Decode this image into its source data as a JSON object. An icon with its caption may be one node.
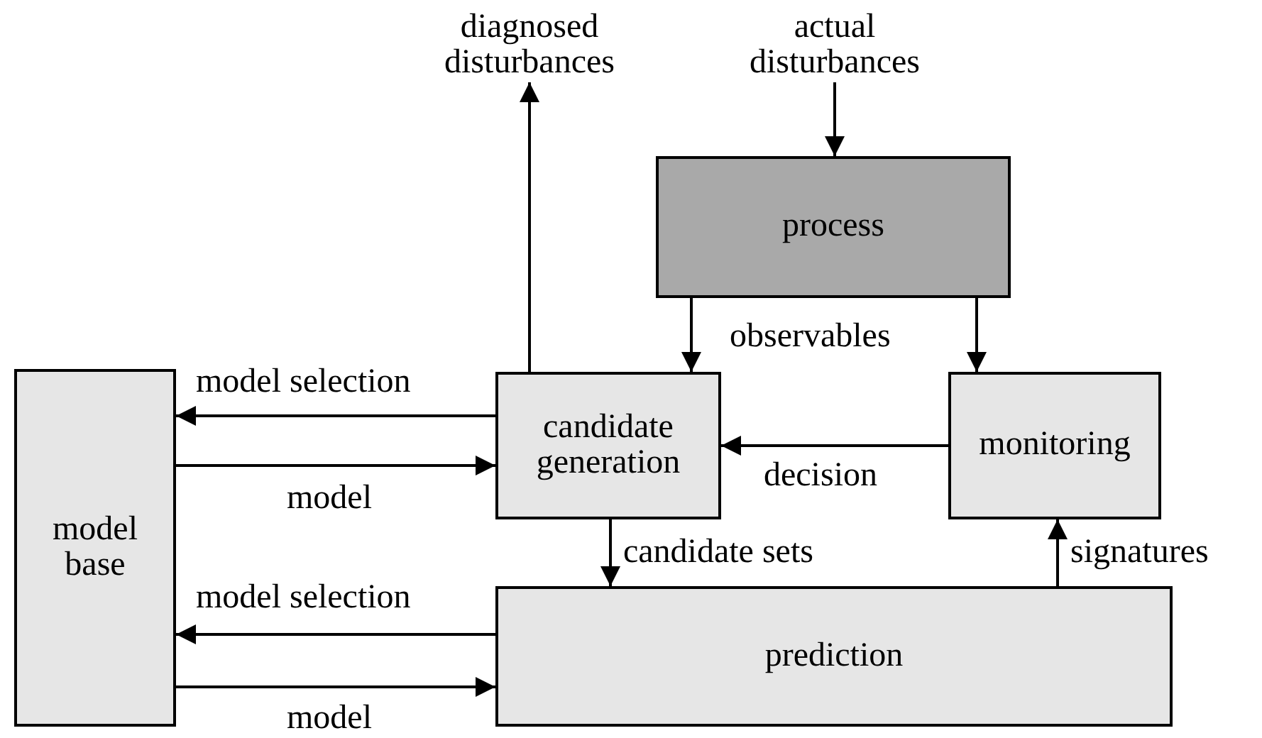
{
  "diagram": {
    "nodes": [
      {
        "text": [
          "diagnosed disturbances"
        ]
      },
      {
        "text": [
          "actual disturbances"
        ]
      },
      {
        "text": [
          "process"
        ]
      },
      {
        "text": [
          "model base"
        ]
      },
      {
        "text": [
          "candidate generation"
        ]
      },
      {
        "text": [
          "monitoring"
        ]
      },
      {
        "text": [
          "prediction"
        ]
      }
    ],
    "edges": [
      {
        "from": 4,
        "to": 0,
        "arrow": "to"
      },
      {
        "from": 1,
        "to": 2,
        "arrow": "to"
      },
      {
        "from": 2,
        "to": 4,
        "arrow": "to",
        "label": "observables"
      },
      {
        "from": 2,
        "to": 5,
        "arrow": "to"
      },
      {
        "from": 4,
        "to": 3,
        "arrow": "to",
        "label": "model selection"
      },
      {
        "from": 3,
        "to": 4,
        "arrow": "to",
        "label": "model"
      },
      {
        "from": 5,
        "to": 4,
        "arrow": "to",
        "label": "decision"
      },
      {
        "from": 4,
        "to": 6,
        "arrow": "to",
        "label": "candidate sets"
      },
      {
        "from": 6,
        "to": 5,
        "arrow": "to",
        "label": "signatures"
      },
      {
        "from": 6,
        "to": 3,
        "arrow": "to",
        "label": "model selection"
      },
      {
        "from": 3,
        "to": 6,
        "arrow": "to",
        "label": "model"
      }
    ]
  }
}
